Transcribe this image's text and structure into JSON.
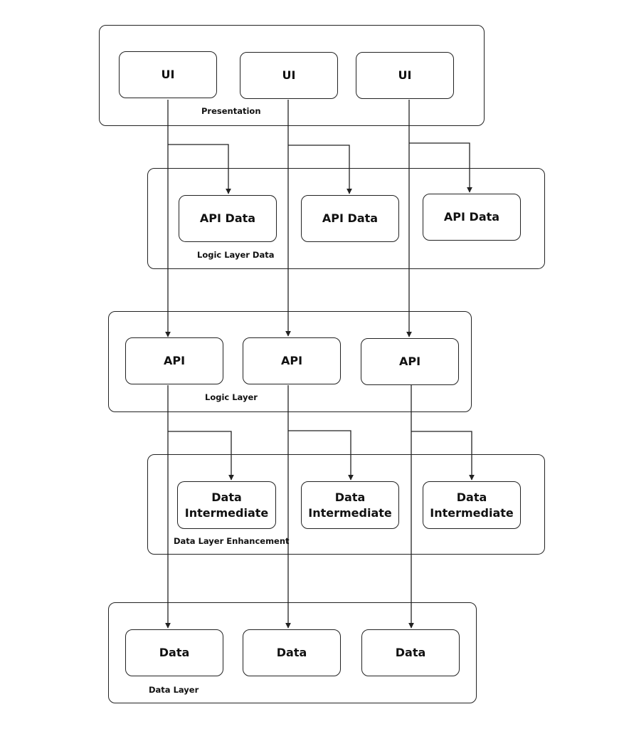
{
  "layers": {
    "presentation": {
      "label": "Presentation",
      "nodes": [
        "UI",
        "UI",
        "UI"
      ]
    },
    "logic_data": {
      "label": "Logic Layer Data",
      "nodes": [
        "API Data",
        "API Data",
        "API Data"
      ]
    },
    "logic": {
      "label": "Logic Layer",
      "nodes": [
        "API",
        "API",
        "API"
      ]
    },
    "data_enhancement": {
      "label": "Data Layer Enhancement",
      "nodes": [
        "Data\nIntermediate",
        "Data\nIntermediate",
        "Data\nIntermediate"
      ]
    },
    "data": {
      "label": "Data Layer",
      "nodes": [
        "Data",
        "Data",
        "Data"
      ]
    }
  },
  "colors": {
    "stroke": "#222222",
    "background": "#ffffff"
  }
}
